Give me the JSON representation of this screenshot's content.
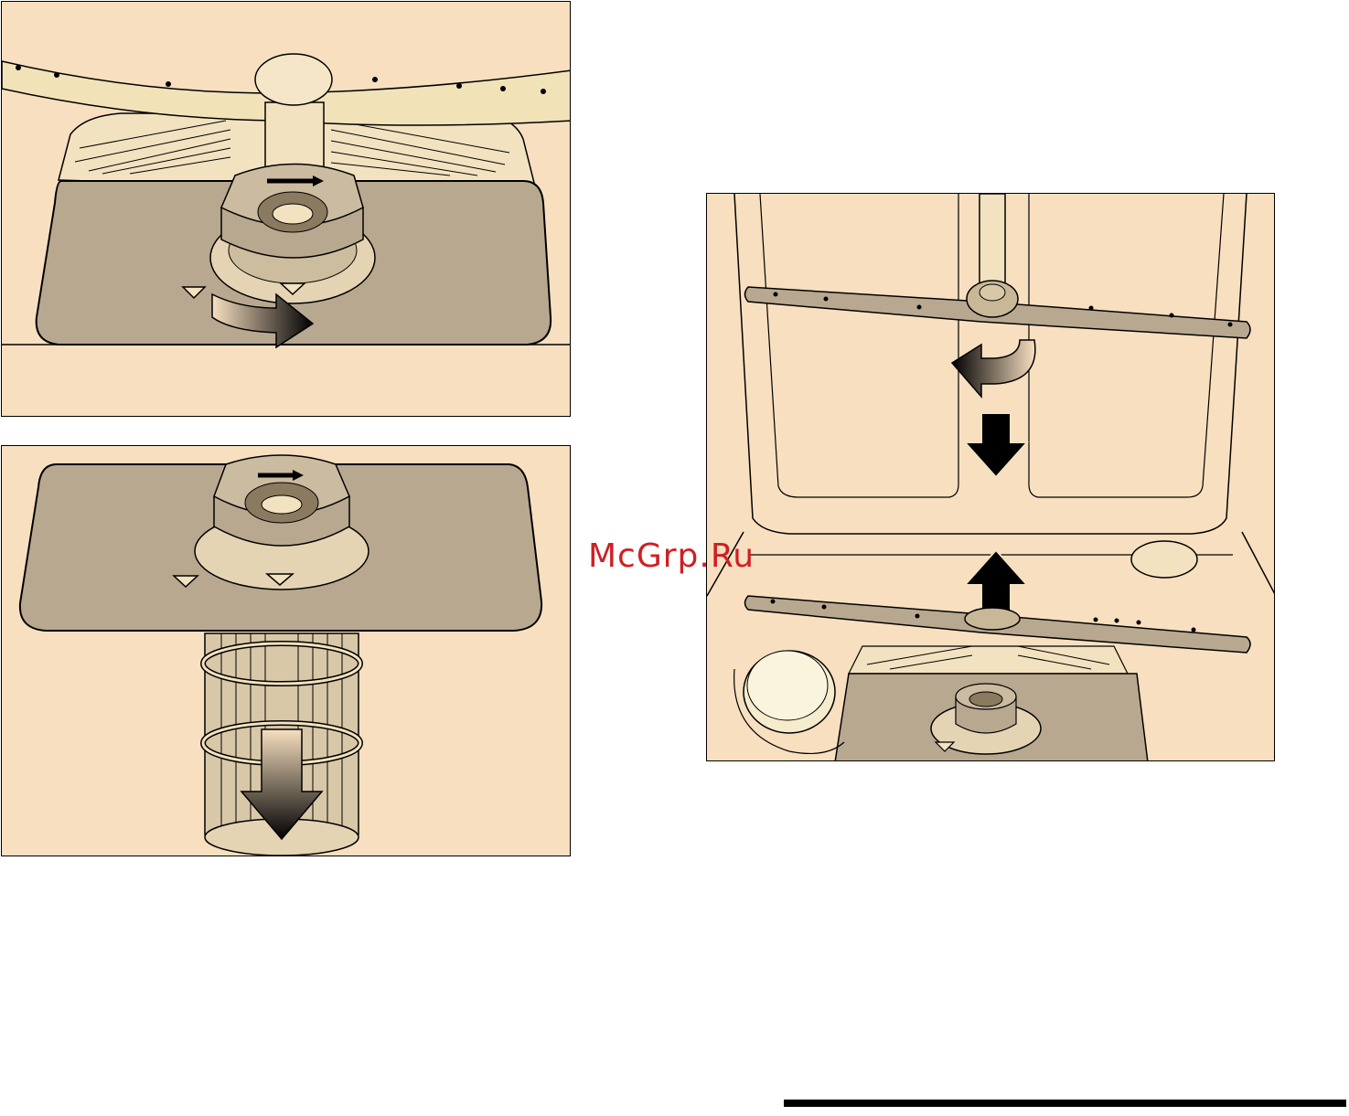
{
  "watermark": {
    "text": "McGrp.Ru",
    "color": "#cf1f24"
  },
  "colors": {
    "background": "#f7dfc0",
    "filter_plate": "#b8a890",
    "spray_arm": "#f2e2b8",
    "outline": "#000000"
  },
  "figures": [
    {
      "id": "fig-unlock-filter",
      "icon": "rotate-arrow-icon"
    },
    {
      "id": "fig-remove-microfilter",
      "icon": "down-arrow-icon"
    },
    {
      "id": "fig-lower-spray-arm",
      "icons": [
        "rotate-left-arrow-icon",
        "down-arrow-icon",
        "up-arrow-icon"
      ]
    }
  ]
}
